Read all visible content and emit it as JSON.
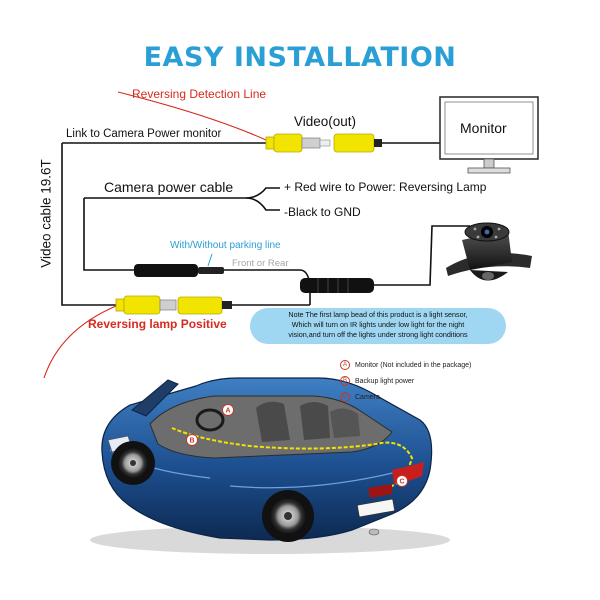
{
  "title": "EASY INSTALLATION",
  "colors": {
    "title": "#2a9fd6",
    "red_label": "#d62b1e",
    "blue_label": "#2a9fd6",
    "connector_yellow": "#f1e400",
    "note_bg": "#9fd6f1",
    "car_body": "#1d4f8f"
  },
  "labels": {
    "reversing_detection_line": "Reversing Detection Line",
    "link_to_camera_power": "Link to Camera Power monitor",
    "video_out": "Video(out)",
    "monitor": "Monitor",
    "video_cable": "Video cable 19.6T",
    "camera_power_cable": "Camera power cable",
    "red_wire": "+ Red wire to Power: Reversing Lamp",
    "black_wire": "-Black to GND",
    "parking_line": "With/Without parking line",
    "front_or_rear": "Front or Rear",
    "reversing_lamp_positive": "Reversing lamp Positive"
  },
  "note": [
    "Note The first lamp bead of this product is a light sensor,",
    "Which will turn on IR lights under low light for the night",
    "vision,and turn off the lights under strong light conditions"
  ],
  "legend": [
    {
      "badge": "A",
      "text": "Monitor (Not included in the package)"
    },
    {
      "badge": "B",
      "text": "Backup light power"
    },
    {
      "badge": "C",
      "text": "Camera"
    }
  ],
  "icons": [
    "monitor-icon",
    "camera-icon",
    "rca-connector-icon",
    "car-illustration"
  ]
}
